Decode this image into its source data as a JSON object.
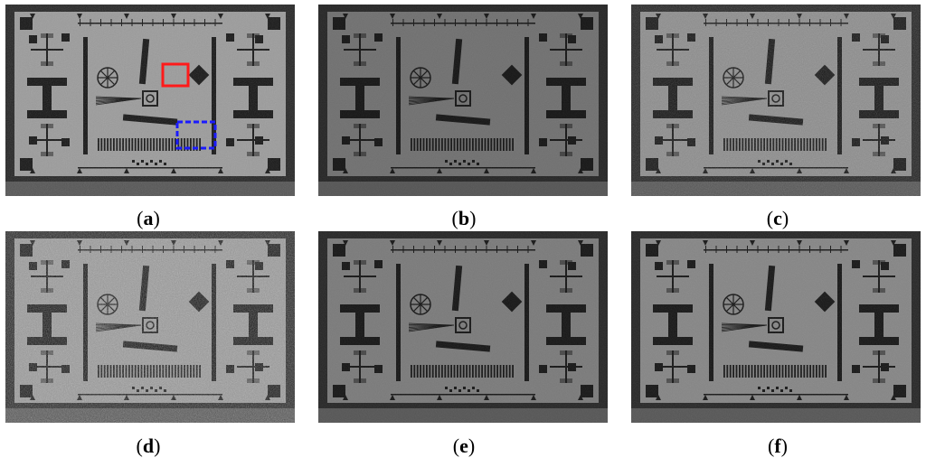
{
  "panels": [
    {
      "id": "a",
      "caption_open": "(",
      "caption_letter": "a",
      "caption_close": ")",
      "tone": "#9b9b9b",
      "noise": 0.2,
      "has_markers": true
    },
    {
      "id": "b",
      "caption_open": "(",
      "caption_letter": "b",
      "caption_close": ")",
      "tone": "#707070",
      "noise": 0.1,
      "has_markers": false
    },
    {
      "id": "c",
      "caption_open": "(",
      "caption_letter": "c",
      "caption_close": ")",
      "tone": "#8c8c8c",
      "noise": 0.3,
      "has_markers": false
    },
    {
      "id": "d",
      "caption_open": "(",
      "caption_letter": "d",
      "caption_close": ")",
      "tone": "#9a9a9a",
      "noise": 0.55,
      "has_markers": false
    },
    {
      "id": "e",
      "caption_open": "(",
      "caption_letter": "e",
      "caption_close": ")",
      "tone": "#7a7a7a",
      "noise": 0.12,
      "has_markers": false
    },
    {
      "id": "f",
      "caption_open": "(",
      "caption_letter": "f",
      "caption_close": ")",
      "tone": "#858585",
      "noise": 0.14,
      "has_markers": false
    }
  ],
  "markers": {
    "red_box_color": "#ff1a1a",
    "blue_box_color": "#1a1aff"
  }
}
